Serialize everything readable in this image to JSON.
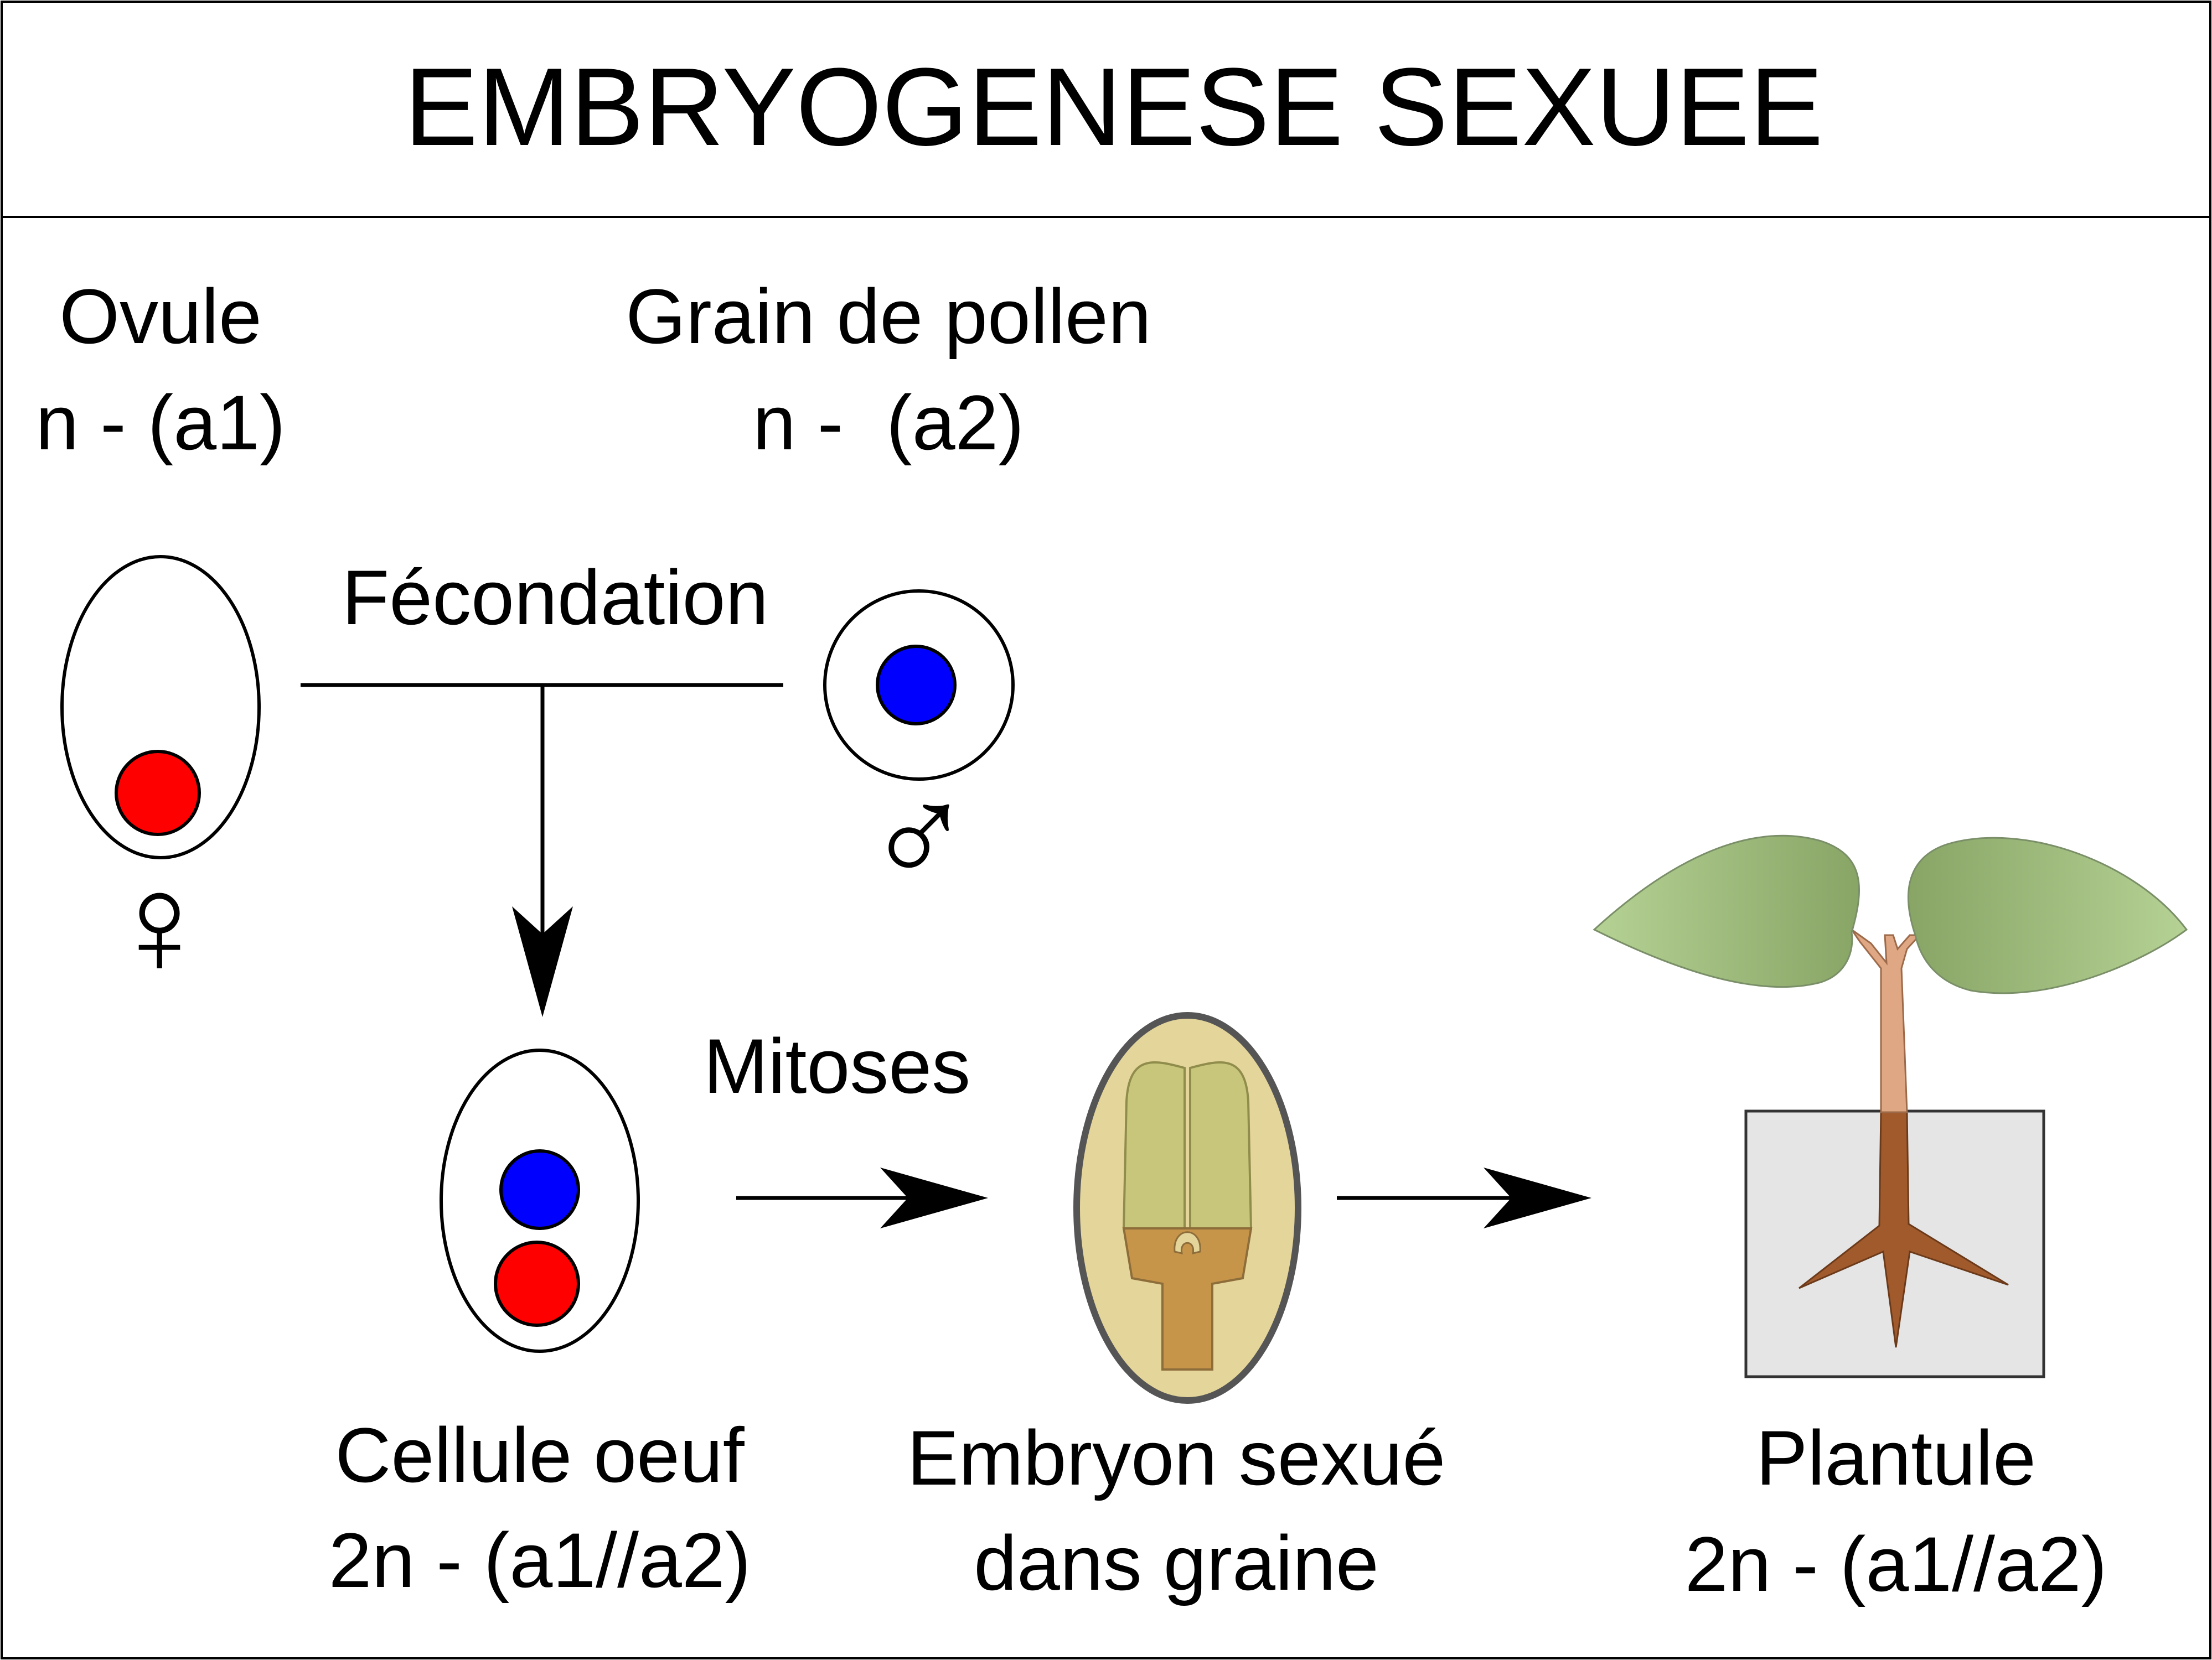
{
  "title": "EMBRYOGENESE SEXUEE",
  "ovule": {
    "name": "Ovule",
    "ploidy": "n - (a1)"
  },
  "pollen": {
    "name": "Grain de pollen",
    "ploidy": "n -  (a2)"
  },
  "fecondation_label": "Fécondation",
  "mitoses_label": "Mitoses",
  "female_symbol": "♀",
  "male_symbol": "♂",
  "cellule_oeuf": {
    "name": "Cellule oeuf",
    "ploidy": "2n - (a1//a2)"
  },
  "embryon": {
    "line1": "Embryon sexué",
    "line2": "dans graine"
  },
  "plantule": {
    "name": "Plantule",
    "ploidy": "2n - (a1//a2)"
  },
  "colors": {
    "maternal_nucleus": "#ff0000",
    "paternal_nucleus": "#0000ff",
    "seed_coat": "#e4d59b",
    "cotyledon": "#c8c67a",
    "hypocotyl": "#c6954a",
    "leaf": "#8eaf71",
    "stem": "#dfa783",
    "root": "#a05a2c",
    "soil": "#e5e5e5"
  }
}
